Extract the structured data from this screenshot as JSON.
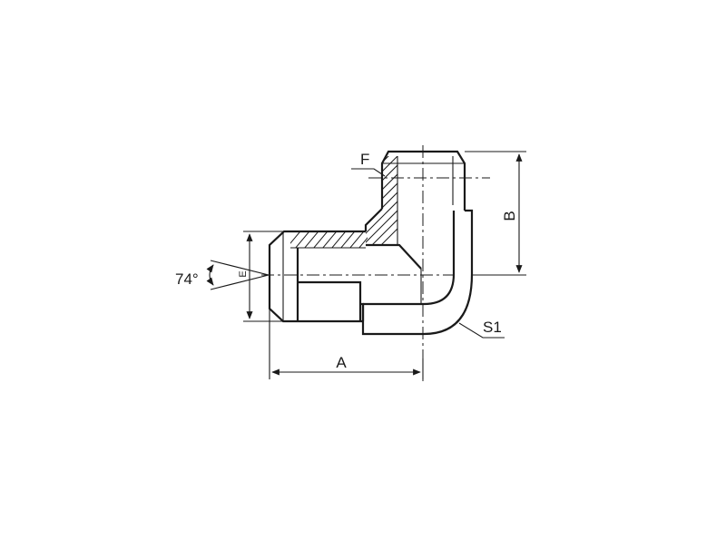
{
  "diagram": {
    "title": "",
    "labels": {
      "angle": "74°",
      "dim_e": "E",
      "dim_f": "F",
      "dim_b": "B",
      "dim_a": "A",
      "dim_s1": "S1"
    }
  }
}
